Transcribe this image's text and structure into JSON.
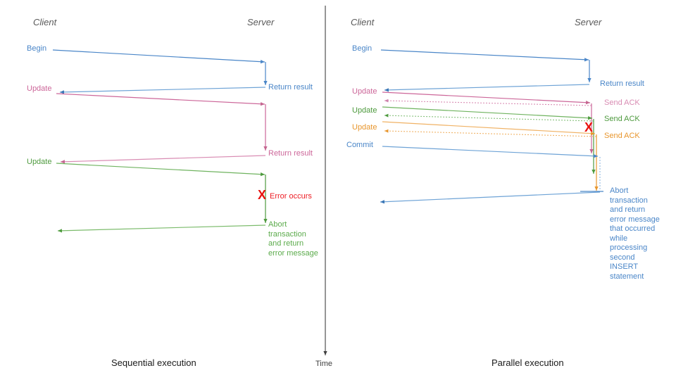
{
  "diagram": {
    "title": "Sequential vs Parallel transaction execution",
    "colors": {
      "blue": "#4a86c8",
      "blue_dark": "#3875b5",
      "blue_light": "#7fadd9",
      "pink": "#cc6699",
      "pink_light": "#d98cb3",
      "green": "#4e9a3e",
      "green_light": "#85c07a",
      "orange": "#e8962d",
      "orange_light": "#f0b265",
      "red": "#ed1c24",
      "actor_gray": "#595959",
      "axis_gray": "#3f3f3f",
      "caption_black": "#1a1a1a"
    },
    "time_axis": {
      "label": "Time"
    },
    "panels": [
      {
        "id": "sequential",
        "caption": "Sequential execution",
        "actors": {
          "client": "Client",
          "server": "Server"
        },
        "client_messages": [
          {
            "label": "Begin",
            "color": "#4a86c8"
          },
          {
            "label": "Update",
            "color": "#cc6699"
          },
          {
            "label": "Update",
            "color": "#4e9a3e"
          }
        ],
        "server_messages": [
          {
            "label": "Return result",
            "color": "#4a86c8"
          },
          {
            "label": "Return result",
            "color": "#cc6699"
          }
        ],
        "error": {
          "mark": "X",
          "label": "Error occurs",
          "color": "#ed1c24"
        },
        "final_note": {
          "label": "Abort\ntransaction\nand return\nerror message",
          "color": "#4e9a3e"
        }
      },
      {
        "id": "parallel",
        "caption": "Parallel execution",
        "actors": {
          "client": "Client",
          "server": "Server"
        },
        "client_messages": [
          {
            "label": "Begin",
            "color": "#4a86c8"
          },
          {
            "label": "Update",
            "color": "#cc6699"
          },
          {
            "label": "Update",
            "color": "#4e9a3e"
          },
          {
            "label": "Update",
            "color": "#e8962d"
          },
          {
            "label": "Commit",
            "color": "#4a86c8"
          }
        ],
        "server_messages": [
          {
            "label": "Return result",
            "color": "#4a86c8"
          },
          {
            "label": "Send ACK",
            "color": "#cc6699"
          },
          {
            "label": "Send ACK",
            "color": "#4e9a3e"
          },
          {
            "label": "Send ACK",
            "color": "#e8962d"
          }
        ],
        "error": {
          "mark": "X",
          "label": "",
          "color": "#ed1c24"
        },
        "final_note": {
          "label": "Abort\ntransaction\nand return\nerror message\nthat occurred\nwhile\nprocessing\nsecond\nINSERT\nstatement",
          "color": "#4a86c8"
        }
      }
    ]
  }
}
